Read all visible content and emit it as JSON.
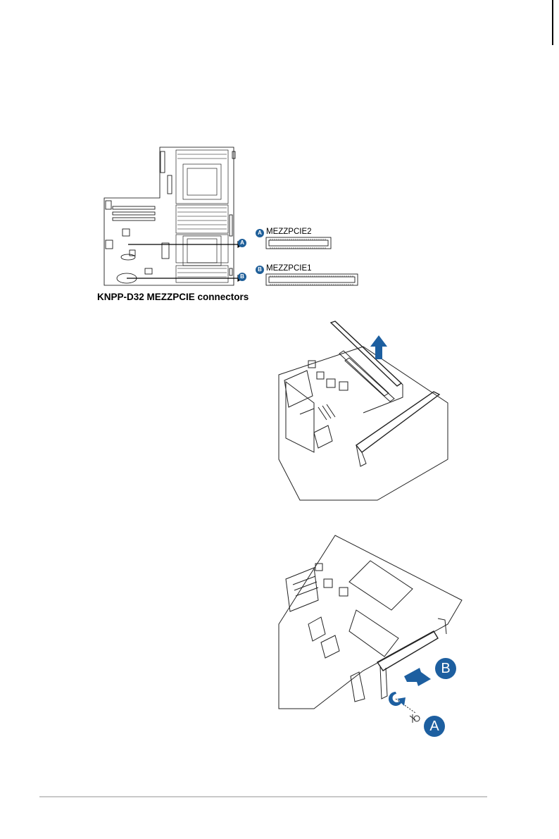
{
  "figure1": {
    "caption": "KNPP-D32 MEZZPCIE connectors",
    "connectors": [
      {
        "badge": "A",
        "label": "MEZZPCIE2"
      },
      {
        "badge": "B",
        "label": "MEZZPCIE1"
      }
    ]
  },
  "figure3": {
    "callouts": [
      "B",
      "A"
    ]
  },
  "colors": {
    "accent_blue": "#1f5f99",
    "rule_gray": "#c9c9c9",
    "line": "#000000"
  }
}
